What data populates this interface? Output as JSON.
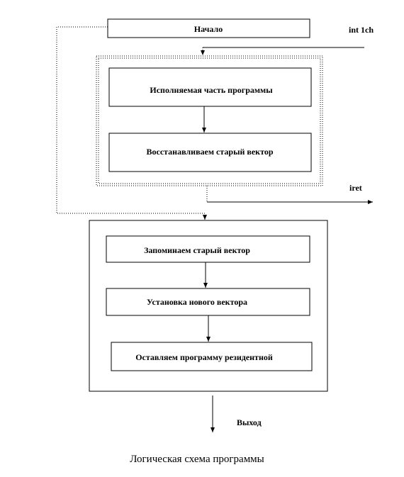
{
  "diagram": {
    "start": "Начало",
    "interrupt_in": "int 1ch",
    "handler_step_1": "Исполняемая часть программы",
    "handler_step_2": "Восстанавливаем старый вектор",
    "interrupt_return": "iret",
    "main_step_1": "Запоминаем старый вектор",
    "main_step_2": "Установка нового вектора",
    "main_step_3": "Оставляем программу резидентной",
    "exit": "Выход",
    "caption": "Логическая схема программы"
  }
}
